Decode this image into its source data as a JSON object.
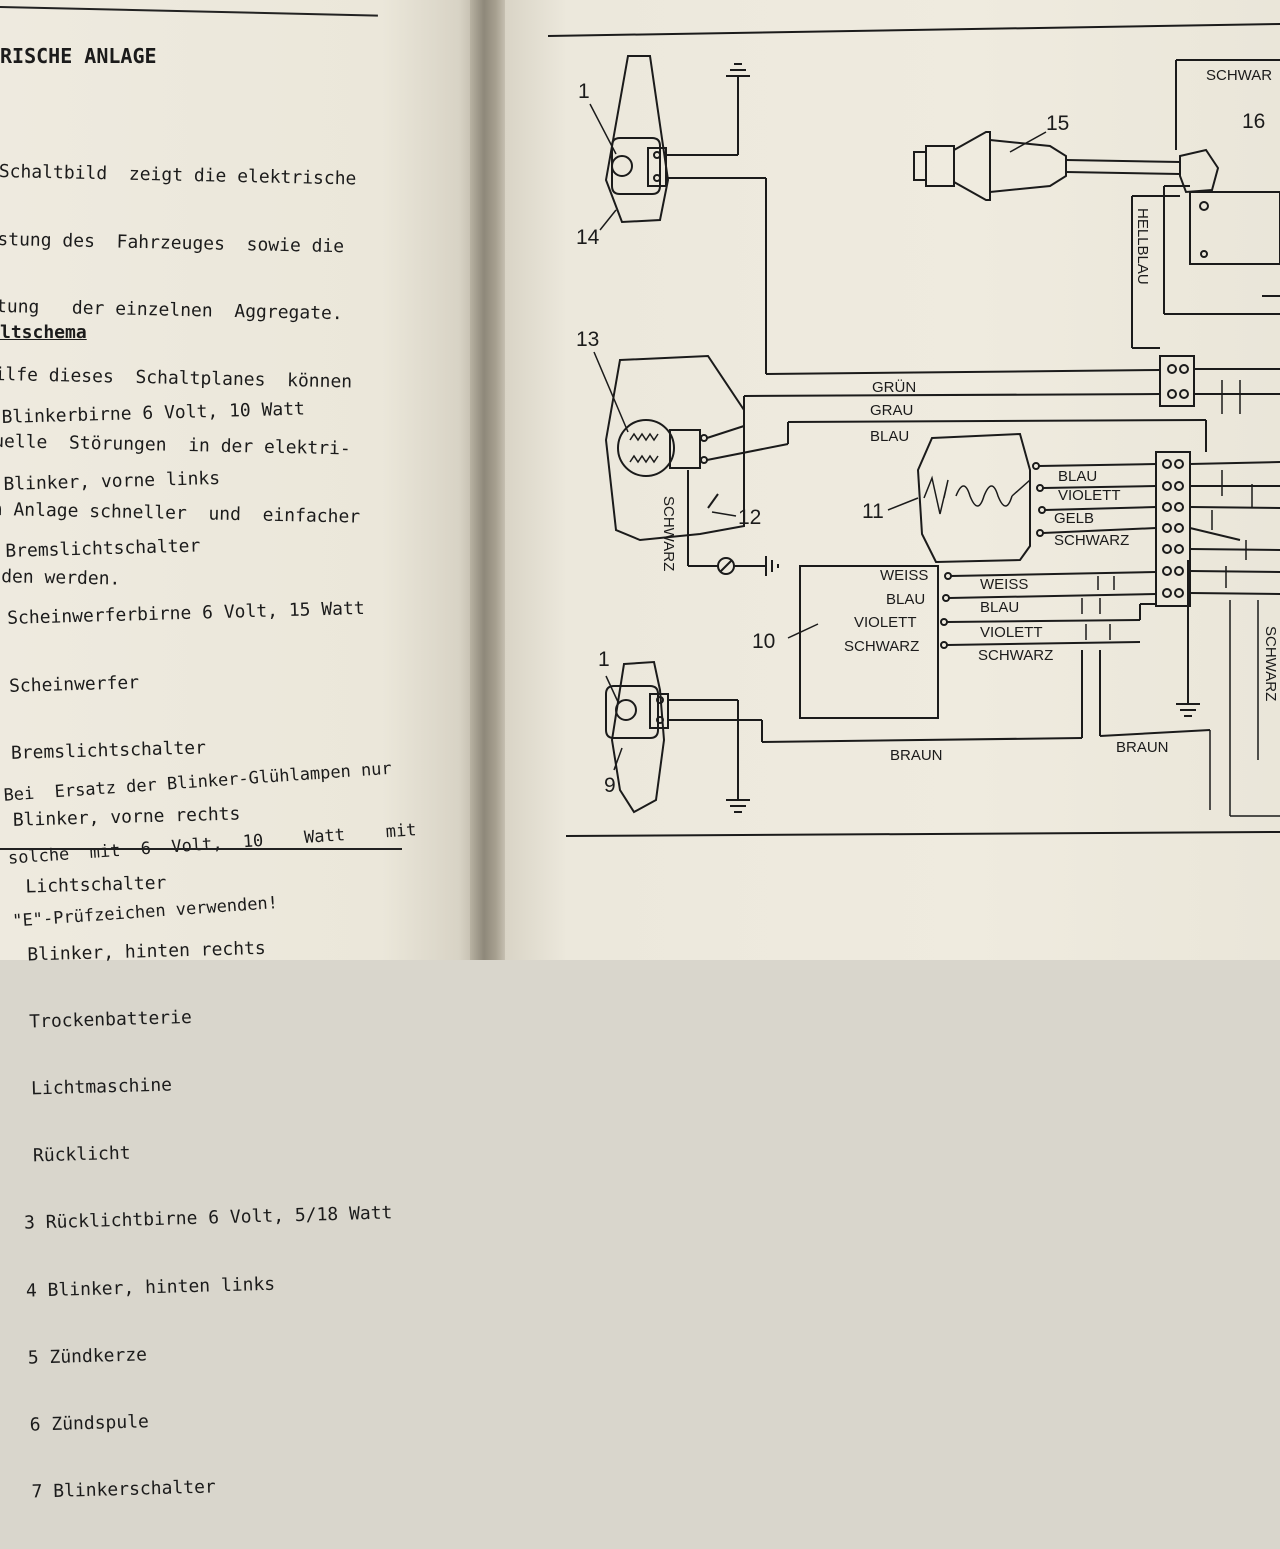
{
  "left_page": {
    "heading": "RISCHE ANLAGE",
    "intro_lines": [
      "Schaltbild  zeigt die elektrische",
      "stung des  Fahrzeuges  sowie die",
      "tung   der einzelnen  Aggregate.",
      "ilfe dieses  Schaltplanes  können",
      "uelle  Störungen  in der elektri-",
      "n Anlage schneller  und  einfacher",
      "nden werden."
    ],
    "subheading": "ltschema",
    "legend_items": [
      "Blinkerbirne 6 Volt, 10 Watt",
      "Blinker, vorne links",
      "Bremslichtschalter",
      "Scheinwerferbirne 6 Volt, 15 Watt",
      "Scheinwerfer",
      "Bremslichtschalter",
      "Blinker, vorne rechts",
      " Lichtschalter",
      " Blinker, hinten rechts",
      " Trockenbatterie",
      " Lichtmaschine",
      " Rücklicht",
      "3 Rücklichtbirne 6 Volt, 5/18 Watt",
      "4 Blinker, hinten links",
      "5 Zündkerze",
      "6 Zündspule",
      "7 Blinkerschalter"
    ],
    "note_lines": [
      "Bei  Ersatz der Blinker-Glühlampen nur",
      "solche  mit  6  Volt,  10    Watt    mit",
      "\"E\"-Prüfzeichen verwenden!"
    ]
  },
  "diagram": {
    "component_numbers": {
      "c1_top": "1",
      "c14": "14",
      "c15": "15",
      "c16": "16",
      "c13": "13",
      "c11": "11",
      "c12": "12",
      "c10": "10",
      "c1_bottom": "1",
      "c9": "9"
    },
    "wire_labels": {
      "gruen": "GRÜN",
      "grau": "GRAU",
      "blau_main": "BLAU",
      "hellblau": "HELLBLAU",
      "schwarz_top": "SCHWAR",
      "schwarz_vertical_left": "SCHWARZ",
      "schwarz_vertical_right": "SCHWARZ",
      "braun_left": "BRAUN",
      "braun_right": "BRAUN"
    },
    "generator_terminals": [
      "BLAU",
      "VIOLETT",
      "GELB",
      "SCHWARZ"
    ],
    "battery_terminals": [
      "WEISS",
      "BLAU",
      "VIOLETT",
      "SCHWARZ"
    ],
    "battery_wire_labels": [
      "WEISS",
      "BLAU",
      "VIOLETT",
      "SCHWARZ"
    ]
  }
}
